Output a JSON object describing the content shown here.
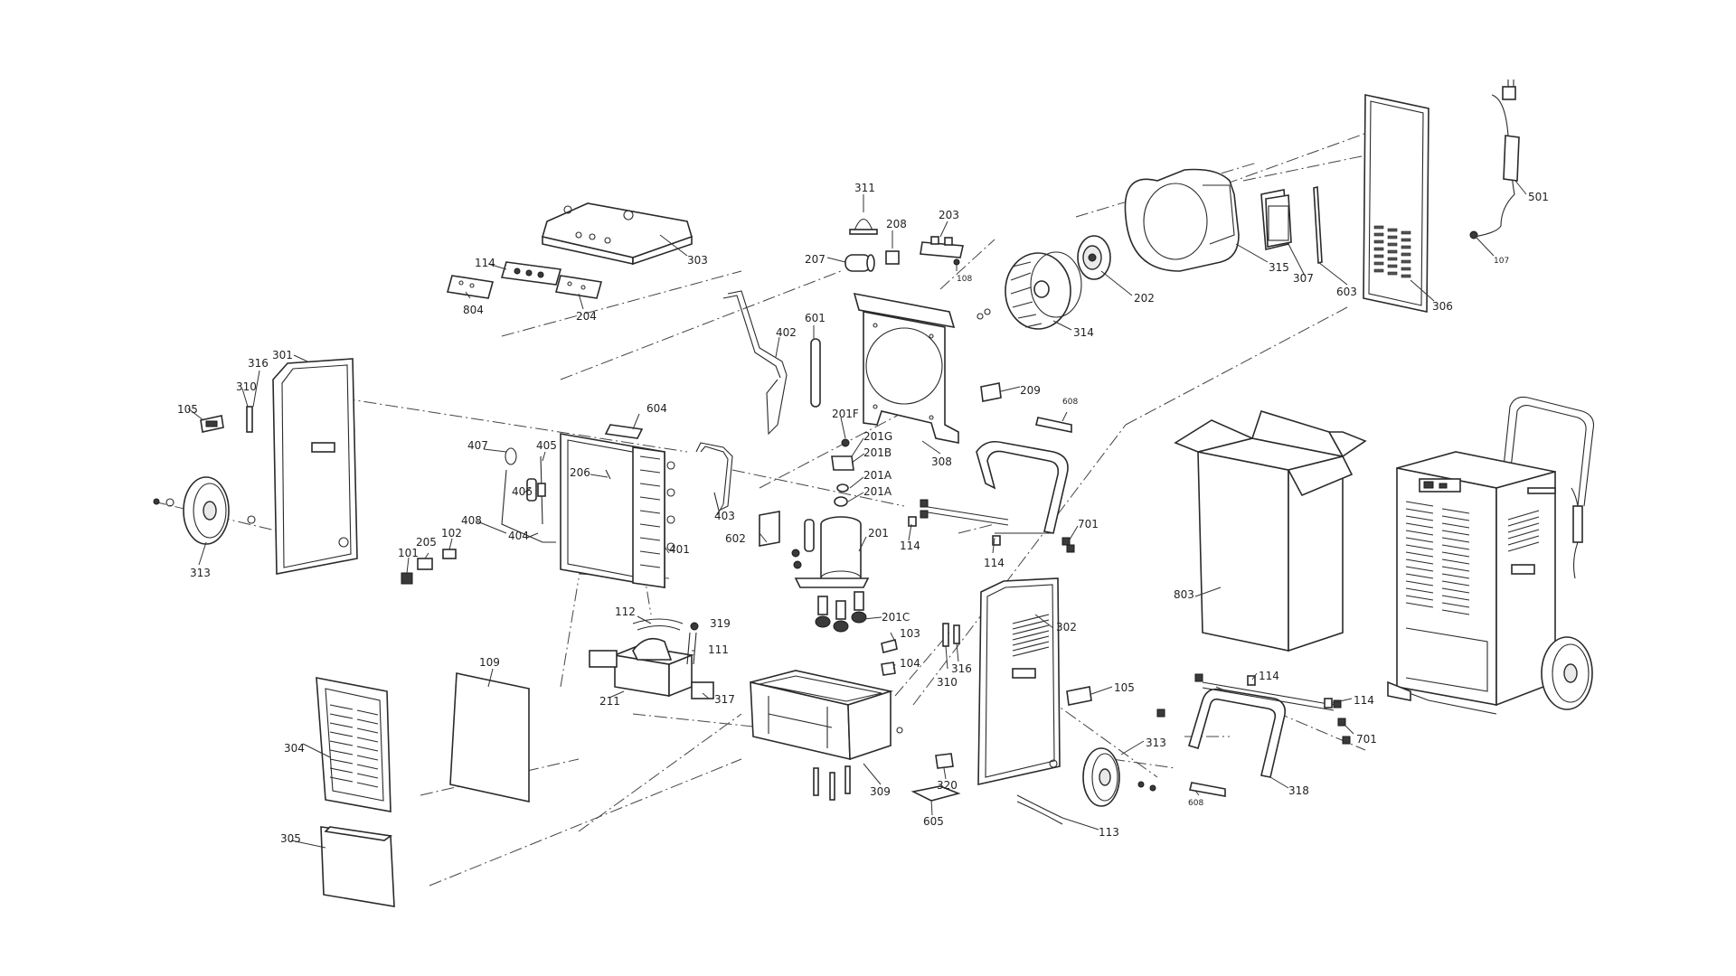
{
  "labels": {
    "l_311": "311",
    "l_208": "208",
    "l_203": "203",
    "l_207": "207",
    "l_108": "108",
    "l_303": "303",
    "l_114a": "114",
    "l_804": "804",
    "l_204": "204",
    "l_315": "315",
    "l_307": "307",
    "l_603": "603",
    "l_306": "306",
    "l_501": "501",
    "l_107": "107",
    "l_202": "202",
    "l_314": "314",
    "l_601": "601",
    "l_402": "402",
    "l_308": "308",
    "l_209": "209",
    "l_608a": "608",
    "l_301": "301",
    "l_316a": "316",
    "l_310a": "310",
    "l_105a": "105",
    "l_604": "604",
    "l_201F": "201F",
    "l_201G": "201G",
    "l_201B": "201B",
    "l_201A1": "201A",
    "l_201A2": "201A",
    "l_407": "407",
    "l_405": "405",
    "l_406": "406",
    "l_206": "206",
    "l_403": "403",
    "l_408": "408",
    "l_404": "404",
    "l_401": "401",
    "l_205": "205",
    "l_102": "102",
    "l_101": "101",
    "l_313a": "313",
    "l_602": "602",
    "l_201": "201",
    "l_114b": "114",
    "l_114c": "114",
    "l_701a": "701",
    "l_803": "803",
    "l_112": "112",
    "l_319": "319",
    "l_111": "111",
    "l_201C": "201C",
    "l_103": "103",
    "l_104": "104",
    "l_302": "302",
    "l_211": "211",
    "l_317": "317",
    "l_310b": "310",
    "l_316b": "316",
    "l_109": "109",
    "l_105b": "105",
    "l_304": "304",
    "l_313b": "313",
    "l_114d": "114",
    "l_114e": "114",
    "l_701b": "701",
    "l_309": "309",
    "l_320": "320",
    "l_318": "318",
    "l_608b": "608",
    "l_605": "605",
    "l_113": "113",
    "l_305": "305"
  },
  "icons": [
    "wheel-icon",
    "fan-wheel-icon",
    "compressor-icon",
    "power-plug-icon",
    "shipping-box-icon",
    "dehumidifier-unit-icon"
  ],
  "colors": {
    "line": "#2a2a2a",
    "background": "#ffffff",
    "louver": "#555555"
  }
}
